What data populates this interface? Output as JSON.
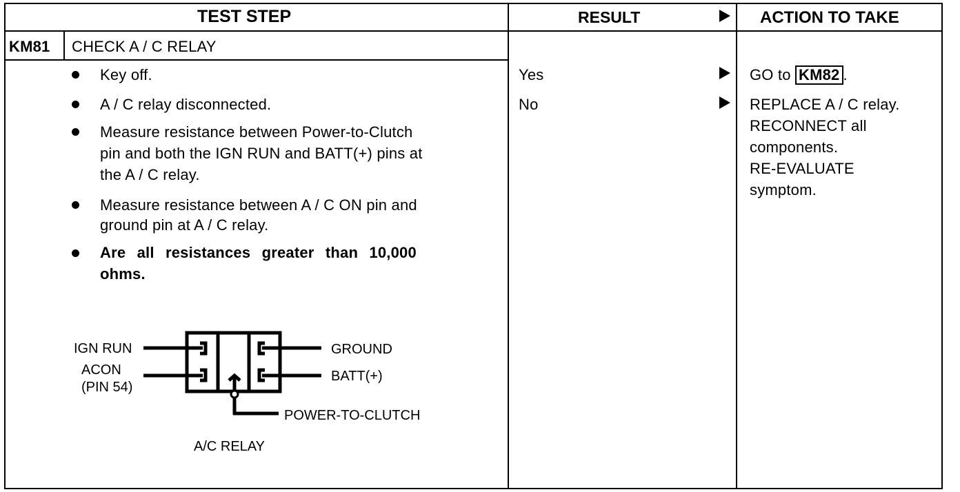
{
  "header": {
    "test_step": "TEST STEP",
    "result": "RESULT",
    "action": "ACTION TO TAKE"
  },
  "step": {
    "code": "KM81",
    "title": "CHECK A / C RELAY"
  },
  "bullets": [
    {
      "lines": [
        "Key off."
      ]
    },
    {
      "lines": [
        "A / C relay disconnected."
      ]
    },
    {
      "lines": [
        "Measure resistance between Power-to-Clutch",
        "pin and both the IGN RUN and BATT(+) pins at",
        "the A / C relay."
      ]
    },
    {
      "lines": [
        "Measure resistance between A / C ON pin and",
        "ground pin at A / C relay."
      ]
    },
    {
      "lines": [
        "Are all resistances greater than 10,000",
        "ohms."
      ]
    }
  ],
  "results": [
    {
      "label": "Yes"
    },
    {
      "label": "No"
    }
  ],
  "actions": {
    "yes_prefix": "GO to",
    "yes_ref": "KM82",
    "yes_suffix": ".",
    "no_lines": [
      "REPLACE A / C relay.",
      "RECONNECT all",
      "components.",
      "RE-EVALUATE",
      "symptom."
    ]
  },
  "diagram": {
    "ign_run": "IGN RUN",
    "acon": "ACON",
    "pin54": "(PIN 54)",
    "ground": "GROUND",
    "batt": "BATT(+)",
    "power_to_clutch": "POWER-TO-CLUTCH",
    "caption": "A/C RELAY"
  }
}
